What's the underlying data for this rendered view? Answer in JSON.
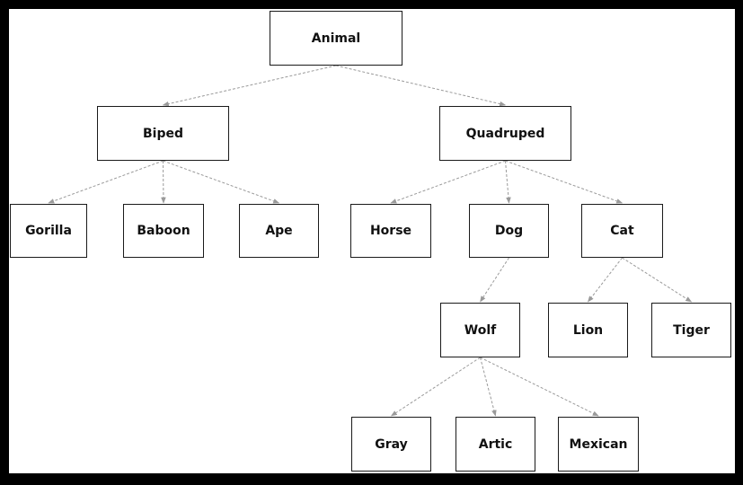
{
  "diagram": {
    "type": "tree",
    "colors": {
      "background": "#ffffff",
      "frame": "#000000",
      "border": "#1a1a1a",
      "edge": "#9a9a9a",
      "text": "#111111"
    },
    "nodes": [
      {
        "id": "animal",
        "label": "Animal"
      },
      {
        "id": "biped",
        "label": "Biped"
      },
      {
        "id": "quadruped",
        "label": "Quadruped"
      },
      {
        "id": "gorilla",
        "label": "Gorilla"
      },
      {
        "id": "baboon",
        "label": "Baboon"
      },
      {
        "id": "ape",
        "label": "Ape"
      },
      {
        "id": "horse",
        "label": "Horse"
      },
      {
        "id": "dog",
        "label": "Dog"
      },
      {
        "id": "cat",
        "label": "Cat"
      },
      {
        "id": "wolf",
        "label": "Wolf"
      },
      {
        "id": "lion",
        "label": "Lion"
      },
      {
        "id": "tiger",
        "label": "Tiger"
      },
      {
        "id": "gray",
        "label": "Gray"
      },
      {
        "id": "artic",
        "label": "Artic"
      },
      {
        "id": "mexican",
        "label": "Mexican"
      }
    ],
    "edges": [
      {
        "from": "animal",
        "to": "biped"
      },
      {
        "from": "animal",
        "to": "quadruped"
      },
      {
        "from": "biped",
        "to": "gorilla"
      },
      {
        "from": "biped",
        "to": "baboon"
      },
      {
        "from": "biped",
        "to": "ape"
      },
      {
        "from": "quadruped",
        "to": "horse"
      },
      {
        "from": "quadruped",
        "to": "dog"
      },
      {
        "from": "quadruped",
        "to": "cat"
      },
      {
        "from": "dog",
        "to": "wolf"
      },
      {
        "from": "cat",
        "to": "lion"
      },
      {
        "from": "cat",
        "to": "tiger"
      },
      {
        "from": "wolf",
        "to": "gray"
      },
      {
        "from": "wolf",
        "to": "artic"
      },
      {
        "from": "wolf",
        "to": "mexican"
      }
    ]
  }
}
